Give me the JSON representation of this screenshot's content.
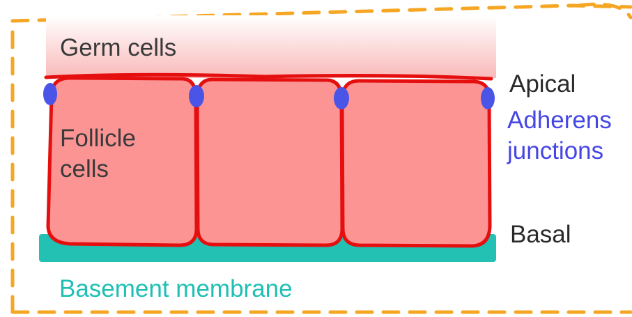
{
  "labels": {
    "germ_cells": "Germ cells",
    "follicle_cells_line1": "Follicle",
    "follicle_cells_line2": "cells",
    "apical": "Apical",
    "adherens_line1": "Adherens",
    "adherens_line2": "junctions",
    "basal": "Basal",
    "basement_membrane": "Basement membrane"
  },
  "colors": {
    "dashed_border": "#f5a623",
    "germ_gradient_top": "#ffffff",
    "germ_gradient_bottom": "#f9b9b9",
    "cell_fill": "#fc9494",
    "cell_outline": "#e60f0f",
    "junction": "#4a55e8",
    "membrane": "#22c1b4",
    "basement_text": "#1fbfb3",
    "adherens_text": "#4646e6",
    "text": "#3a3a3a"
  },
  "cell_count": 3,
  "junction_count": 4
}
